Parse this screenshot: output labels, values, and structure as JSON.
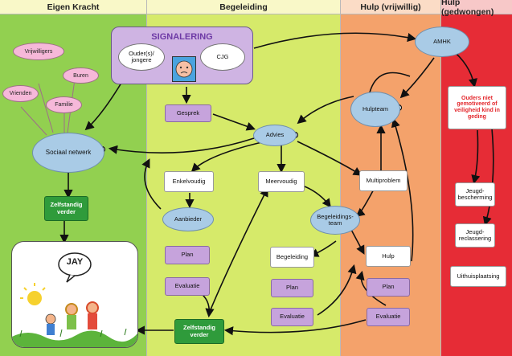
{
  "columns": {
    "eigen_kracht": "Eigen Kracht",
    "begeleiding": "Begeleiding",
    "hulp_vrijwillig": "Hulp (vrijwillig)",
    "hulp_gedwongen": "Hulp (gedwongen)"
  },
  "colors": {
    "eigen_kracht_bg": "#92d050",
    "begeleiding_bg": "#d6ea6a",
    "hulp_vrijwillig_bg": "#f4a26b",
    "hulp_gedwongen_bg": "#e62c36",
    "signalering_bg": "#cfb4e3"
  },
  "network": {
    "vrijwilligers": "Vrijwilligers",
    "buren": "Buren",
    "vrienden": "Vrienden",
    "familie": "Familie",
    "sociaal_netwerk": "Sociaal netwerk",
    "zelfstandig_verder": "Zelfstandig verder"
  },
  "jay_text": "JAY",
  "signalering": {
    "title": "SIGNALERING",
    "ouders": "Ouder(s)/ jongere",
    "cjg": "CJG"
  },
  "begeleiding": {
    "gesprek": "Gesprek",
    "advies": "Advies",
    "enkelvoudig": "Enkelvoudig",
    "meervoudig": "Meervoudig",
    "aanbieder": "Aanbieder",
    "plan1": "Plan",
    "evaluatie1": "Evaluatie",
    "begeleidingsteam": "Begeleidings-team",
    "begeleiding": "Begeleiding",
    "plan2": "Plan",
    "evaluatie2": "Evaluatie",
    "zelfstandig_verder": "Zelfstandig verder"
  },
  "hulp_vrijwillig": {
    "hulpteam": "Hulpteam",
    "multiproblem": "Multiproblem",
    "hulp": "Hulp",
    "plan": "Plan",
    "evaluatie": "Evaluatie"
  },
  "hulp_gedwongen": {
    "amhk": "AMHK",
    "ouders_niet": "Ouders niet gemotiveerd of veiligheid kind in geding",
    "jeugdbescherming": "Jeugd-bescherming",
    "jeugdreclassering": "Jeugd-reclassering",
    "uithuisplaatsing": "Uithuisplaatsing"
  }
}
